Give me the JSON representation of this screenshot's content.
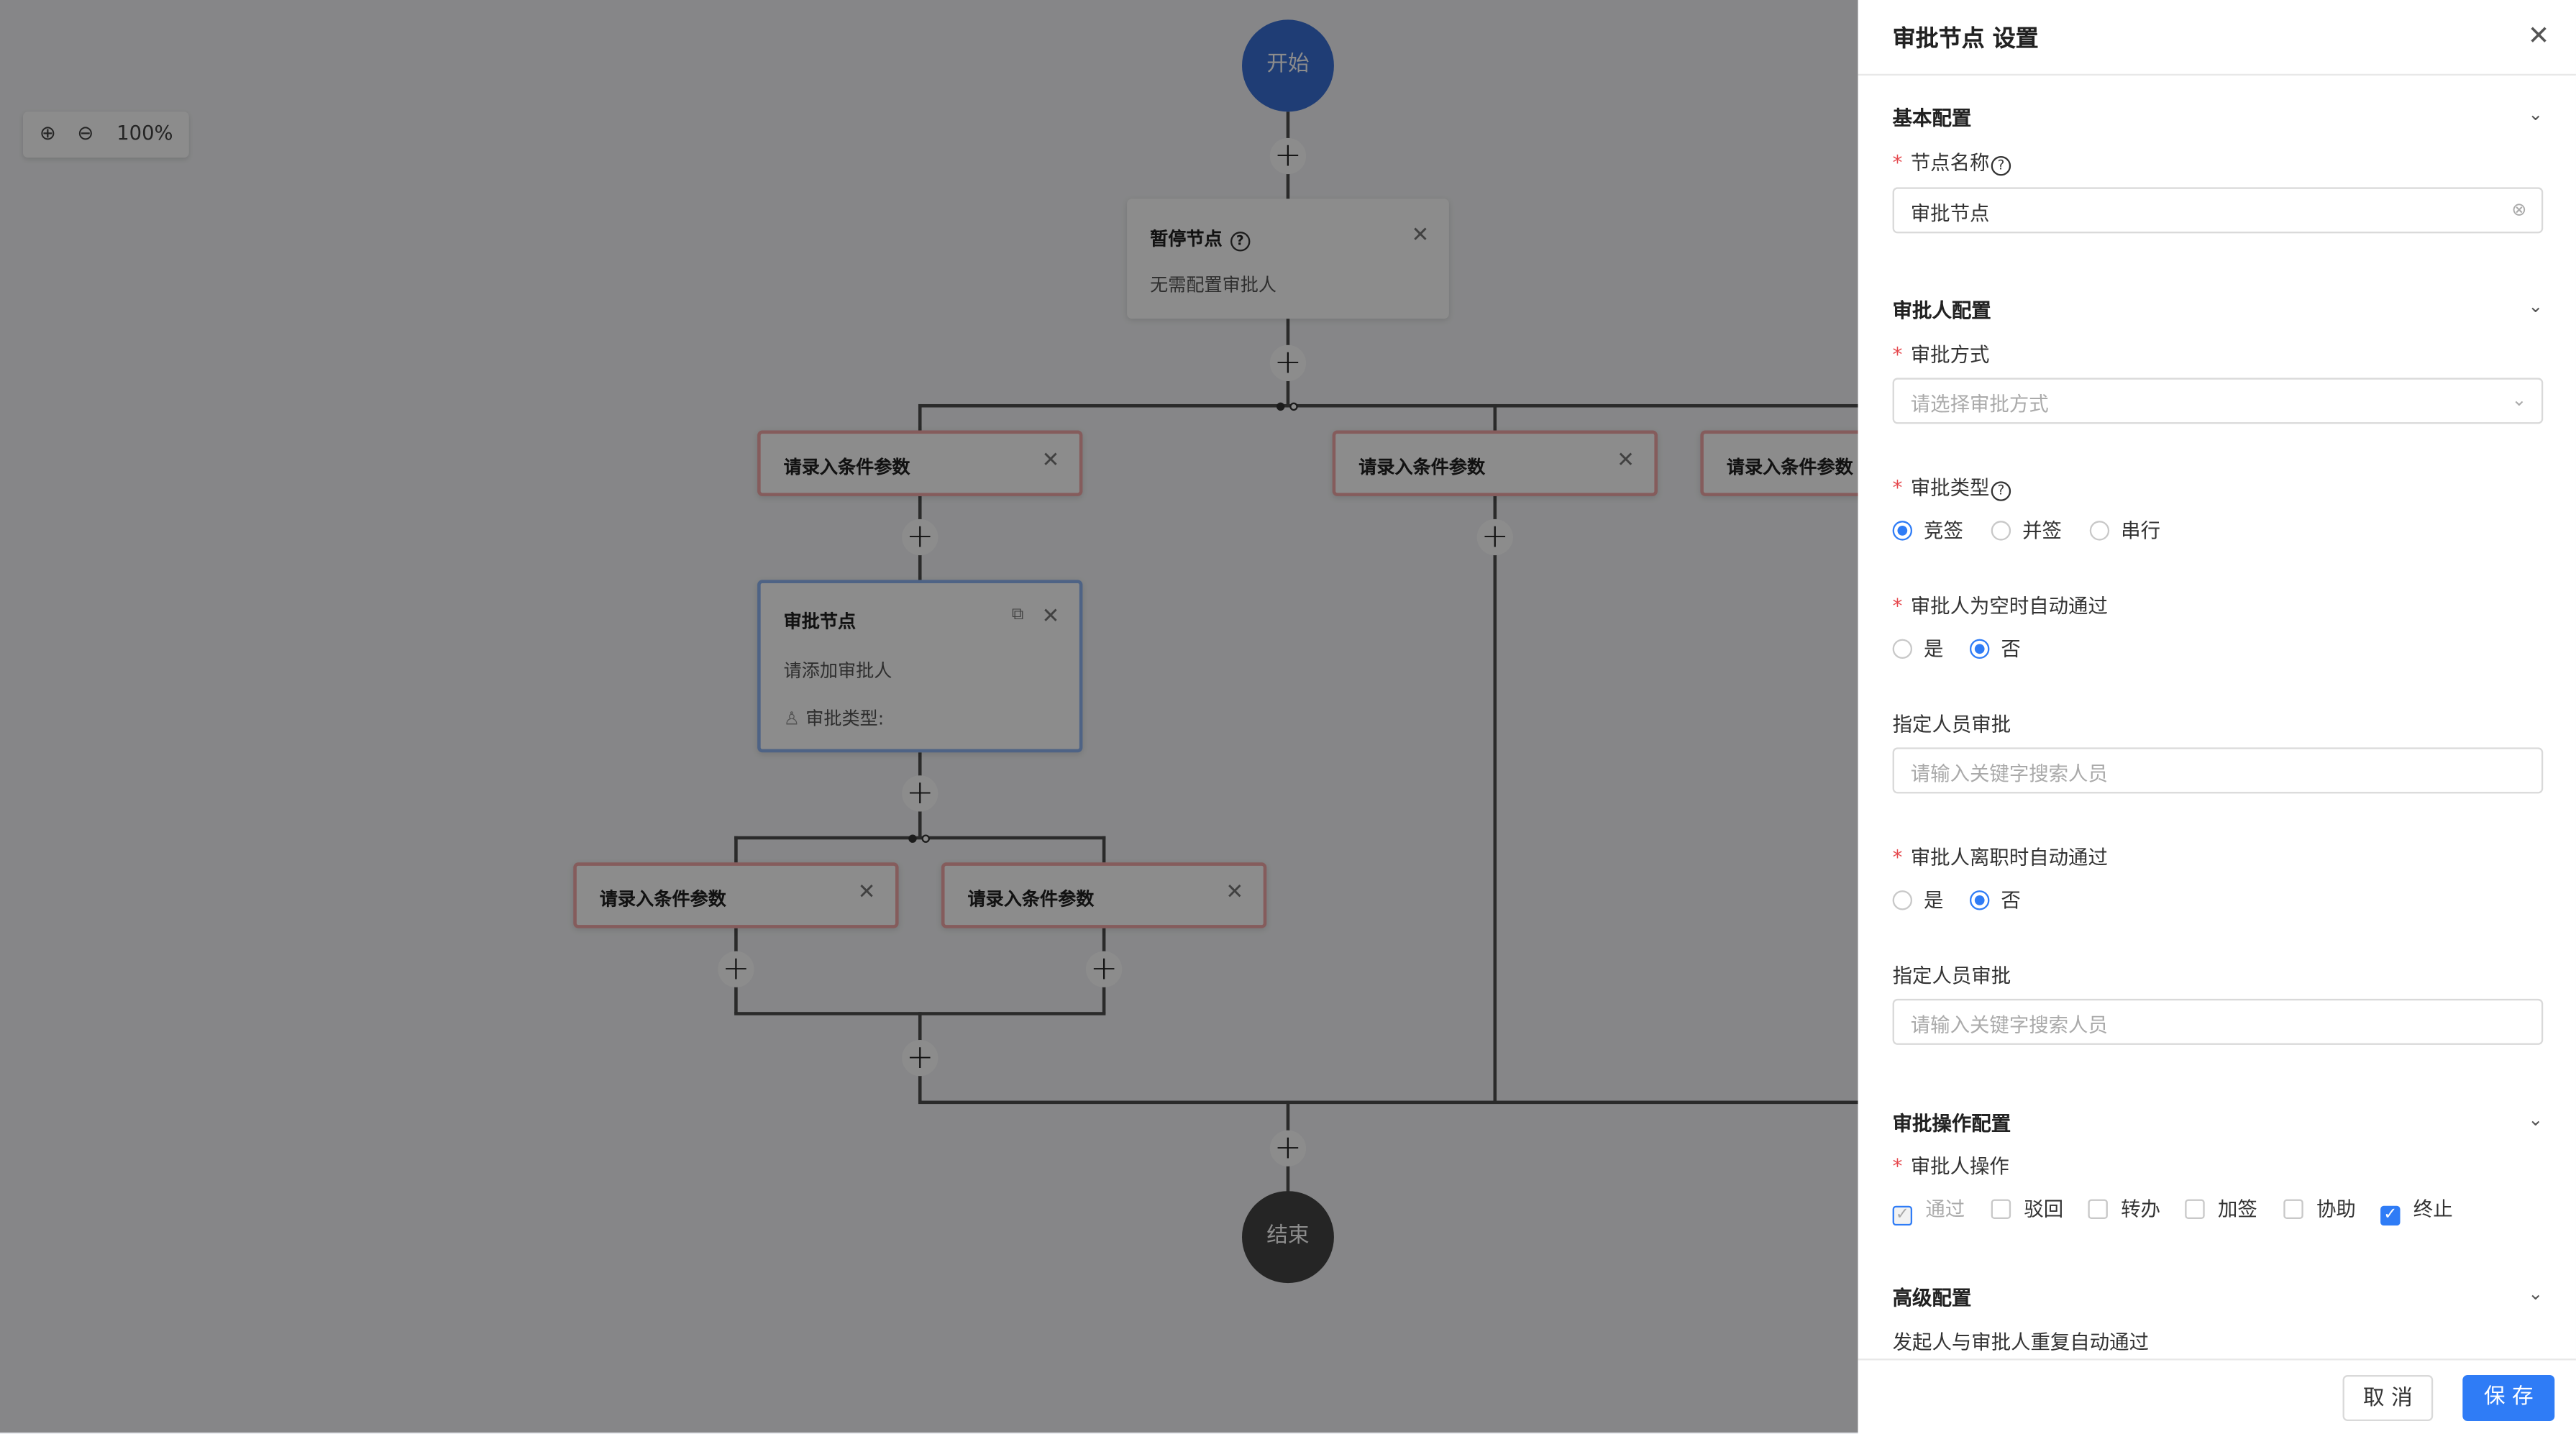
{
  "canvas": {
    "zoom_level": "100%",
    "start_label": "开始",
    "end_label": "结束",
    "pause_node": {
      "title": "暂停节点",
      "desc": "无需配置审批人"
    },
    "condition_label": "请录入条件参数",
    "approval_node": {
      "title": "审批节点",
      "desc": "请添加审批人",
      "type_label": "审批类型:"
    }
  },
  "panel": {
    "title": "审批节点 设置",
    "basic": {
      "section": "基本配置",
      "name_label": "节点名称",
      "name_value": "审批节点"
    },
    "approver": {
      "section": "审批人配置",
      "method_label": "审批方式",
      "method_placeholder": "请选择审批方式",
      "type_label": "审批类型",
      "type_options": [
        "竞签",
        "并签",
        "串行"
      ],
      "type_selected": "竞签",
      "empty_label": "审批人为空时自动通过",
      "empty_options": [
        "是",
        "否"
      ],
      "empty_selected": "否",
      "assign1_label": "指定人员审批",
      "assign1_placeholder": "请输入关键字搜索人员",
      "resign_label": "审批人离职时自动通过",
      "resign_options": [
        "是",
        "否"
      ],
      "resign_selected": "否",
      "assign2_label": "指定人员审批",
      "assign2_placeholder": "请输入关键字搜索人员"
    },
    "operations": {
      "section": "审批操作配置",
      "ops_label": "审批人操作",
      "ops": [
        {
          "label": "通过",
          "checked": true,
          "disabled": true
        },
        {
          "label": "驳回",
          "checked": false,
          "disabled": false
        },
        {
          "label": "转办",
          "checked": false,
          "disabled": false
        },
        {
          "label": "加签",
          "checked": false,
          "disabled": false
        },
        {
          "label": "协助",
          "checked": false,
          "disabled": false
        },
        {
          "label": "终止",
          "checked": true,
          "disabled": false
        }
      ]
    },
    "advanced": {
      "section": "高级配置",
      "dup_label": "发起人与审批人重复自动通过"
    },
    "footer": {
      "cancel": "取 消",
      "save": "保 存"
    }
  },
  "colors": {
    "accent": "#2f7cf6",
    "start": "#3a6fd6",
    "end": "#444444",
    "condition_border": "#f2a8a8",
    "required": "#e5484d"
  }
}
